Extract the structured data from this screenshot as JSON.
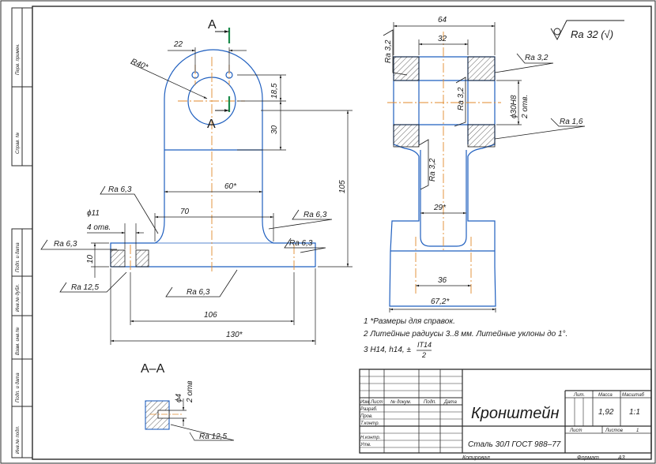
{
  "roughness_general": {
    "label": "Ra 32 (",
    "check": "√",
    "close": ")"
  },
  "section_marker": "A",
  "section_title": "А–А",
  "dims": {
    "d22": "22",
    "r40": "R40*",
    "d185": "18,5",
    "d30": "30",
    "d105": "105",
    "d60": "60*",
    "d70": "70",
    "d11": "ϕ11",
    "holes4": "4 отв.",
    "d10": "10",
    "d106": "106",
    "d130": "130*",
    "d64": "64",
    "d32": "32",
    "bore": "ϕ30H8",
    "holes2": "2 отв.",
    "d29": "29*",
    "d36": "36",
    "d672": "67,2*",
    "d4": "ϕ4",
    "holes2b": "2 отв"
  },
  "rough": {
    "r63a": "Ra 6,3",
    "r63b": "Ra 6,3",
    "r63c": "Ra 6,3",
    "r63d": "Ra 6,3",
    "r63e": "Ra 6,3",
    "r125a": "Ra 12,5",
    "r125b": "Ra 12,5",
    "r32a": "Ra 3,2",
    "r32b": "Ra 3,2",
    "r32c": "Ra 3,2",
    "r32d": "Ra 3,2",
    "r16": "Ra 1,6"
  },
  "notes": [
    "1  *Размеры для справок.",
    "2  Литейные радиусы 3..8 мм. Литейные уклоны до 1°.",
    "3  H14, h14, ±"
  ],
  "tol_frac": {
    "num": "IT14",
    "den": "2"
  },
  "side_labels": [
    "Перв. примен.",
    "Справ. №",
    "Подп. и дата",
    "Инв.№ дубл.",
    "Взам. инв.№",
    "Подп. и дата",
    "Инв.№ подл."
  ],
  "title_block": {
    "part_name": "Кронштейн",
    "material": "Сталь 30Л ГОСТ 988–77",
    "head_cols": [
      "Изм",
      "Лист",
      "№ докум.",
      "Подп.",
      "Дата"
    ],
    "rows": [
      "Разраб.",
      "Пров.",
      "Т.контр.",
      "",
      "Н.контр.",
      "Утв."
    ],
    "lit": "Лит.",
    "mass": "Масса",
    "scale": "Масштаб",
    "mass_val": "1,92",
    "scale_val": "1:1",
    "sheet": "Лист",
    "sheets": "Листов",
    "sheets_val": "1",
    "copied": "Копировал",
    "format": "Формат",
    "format_val": "А3"
  }
}
